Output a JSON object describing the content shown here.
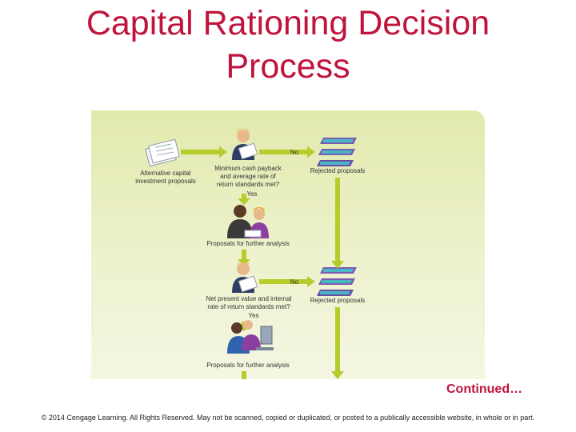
{
  "slide": {
    "title_line1": "Capital Rationing Decision",
    "title_line2": "Process",
    "continued": "Continued…",
    "footer": "© 2014 Cengage Learning. All Rights Reserved. May not be scanned, copied or duplicated, or posted to a publically accessible website, in whole or in part."
  },
  "diagram": {
    "input_label_line1": "Alternative capital",
    "input_label_line2": "investment proposals",
    "step1": {
      "question_line1": "Minimum cash payback",
      "question_line2": "and average rate of",
      "question_line3": "return standards met?",
      "no": "No",
      "yes": "Yes",
      "rejected": "Rejected proposals",
      "result": "Proposals for further analysis"
    },
    "step2": {
      "question_line1": "Net present value and internal",
      "question_line2": "rate of return standards met?",
      "no": "No",
      "yes": "Yes",
      "rejected": "Rejected proposals",
      "result": "Proposals for further analysis"
    }
  },
  "colors": {
    "title": "#c0143c",
    "arrow": "#b5cc2b",
    "panel": "#e6ecb8"
  }
}
